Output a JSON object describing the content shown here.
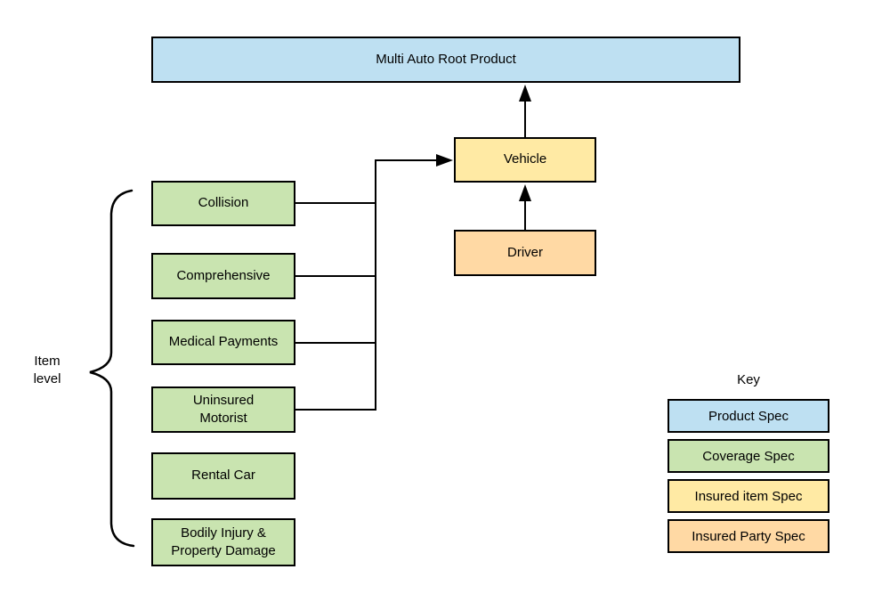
{
  "colors": {
    "product_spec": "#BEE0F2",
    "coverage_spec": "#C9E4B0",
    "insured_item_spec": "#FFEAA4",
    "insured_party_spec": "#FFD9A4",
    "stroke": "#000000"
  },
  "nodes": {
    "root": "Multi Auto Root Product",
    "vehicle": "Vehicle",
    "driver": "Driver"
  },
  "coverages": [
    "Collision",
    "Comprehensive",
    "Medical Payments",
    "Uninsured\nMotorist",
    "Rental Car",
    "Bodily Injury &\nProperty Damage"
  ],
  "item_level": "Item\nlevel",
  "key": {
    "title": "Key",
    "items": [
      {
        "label": "Product Spec",
        "color": "#BEE0F2"
      },
      {
        "label": "Coverage Spec",
        "color": "#C9E4B0"
      },
      {
        "label": "Insured item Spec",
        "color": "#FFEAA4"
      },
      {
        "label": "Insured Party Spec",
        "color": "#FFD9A4"
      }
    ]
  }
}
